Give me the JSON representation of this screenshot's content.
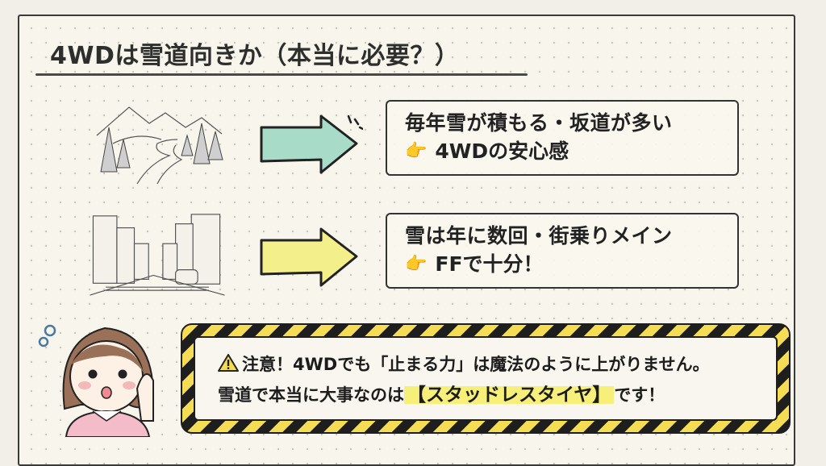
{
  "title": "4WDは雪道向きか（本当に必要？）",
  "rows": [
    {
      "scene": "snowy-mountain-road-sketch",
      "arrow_color": "#a8dcc8",
      "line1": "毎年雪が積もる・坂道が多い",
      "hand": "👉",
      "line2": "4WDの安心感"
    },
    {
      "scene": "city-street-sketch",
      "arrow_color": "#f3ef8a",
      "line1": "雪は年に数回・街乗りメイン",
      "hand": "👉",
      "line2": "FFで十分！"
    }
  ],
  "warning": {
    "icon": "⚠",
    "line1": "注意！4WDでも「止まる力」は魔法のように上がりません。",
    "line2_prefix": "雪道で本当に大事なのは",
    "line2_highlight": "【スタッドレスタイヤ】",
    "line2_suffix": "です！",
    "stripe_colors": [
      "#1e1e1e",
      "#f4dc55"
    ],
    "highlight_color": "#f6f07a"
  },
  "character": "worried-woman-illustration"
}
